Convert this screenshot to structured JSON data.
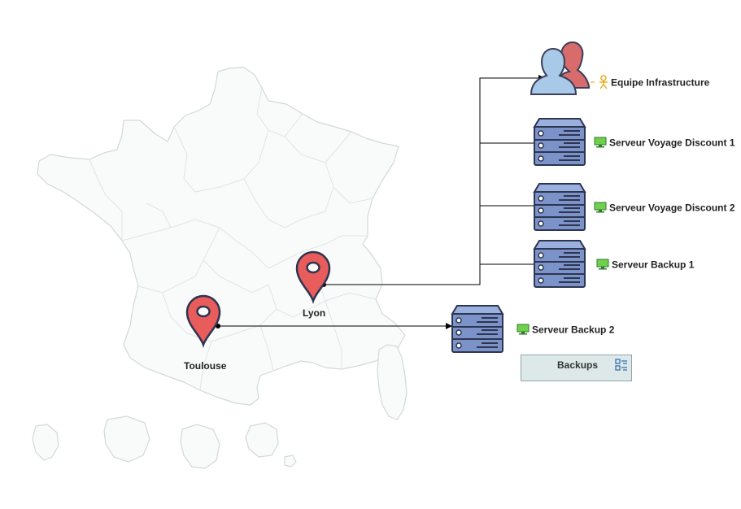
{
  "locations": {
    "lyon": "Lyon",
    "toulouse": "Toulouse"
  },
  "nodes": {
    "team": "Equipe Infrastructure",
    "server1": "Serveur Voyage Discount 1",
    "server2": "Serveur Voyage Discount 2",
    "backup1": "Serveur Backup 1",
    "backup2": "Serveur Backup 2"
  },
  "group": {
    "backups": "Backups"
  },
  "colors": {
    "pin": "#e85c5c",
    "server": "#7b93c9",
    "group_fill": "#dde9e9",
    "map_stroke": "#d4d9d9"
  },
  "icons": {
    "team": "people-icon",
    "server": "server-rack-icon",
    "node": "monitor-icon",
    "actor": "actor-icon",
    "group": "group-list-icon"
  }
}
